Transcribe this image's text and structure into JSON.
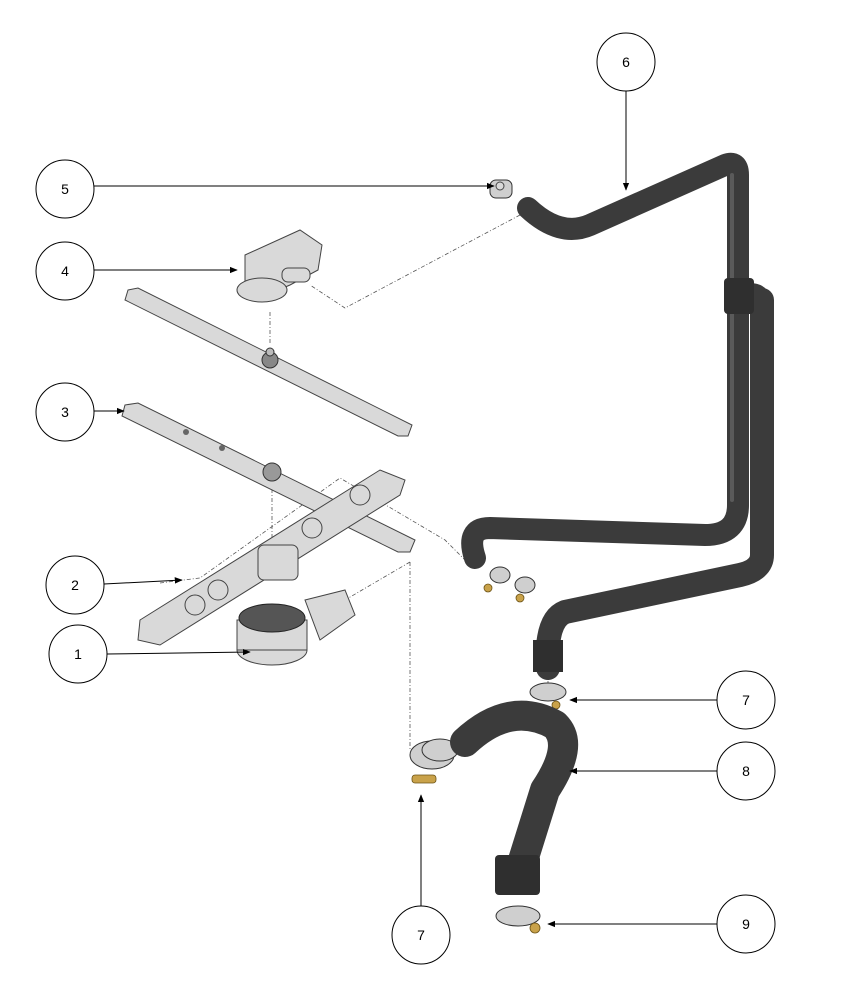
{
  "diagram": {
    "type": "exploded parts diagram",
    "callouts": [
      {
        "id": "callout-6",
        "label": "6"
      },
      {
        "id": "callout-5",
        "label": "5"
      },
      {
        "id": "callout-4",
        "label": "4"
      },
      {
        "id": "callout-3",
        "label": "3"
      },
      {
        "id": "callout-2",
        "label": "2"
      },
      {
        "id": "callout-1",
        "label": "1"
      },
      {
        "id": "callout-7a",
        "label": "7"
      },
      {
        "id": "callout-8",
        "label": "8"
      },
      {
        "id": "callout-7b",
        "label": "7"
      },
      {
        "id": "callout-9",
        "label": "9"
      }
    ],
    "colors": {
      "hose": "#3b3b3b",
      "metal": "#d9d9d9",
      "brass": "#c9a24a"
    }
  }
}
